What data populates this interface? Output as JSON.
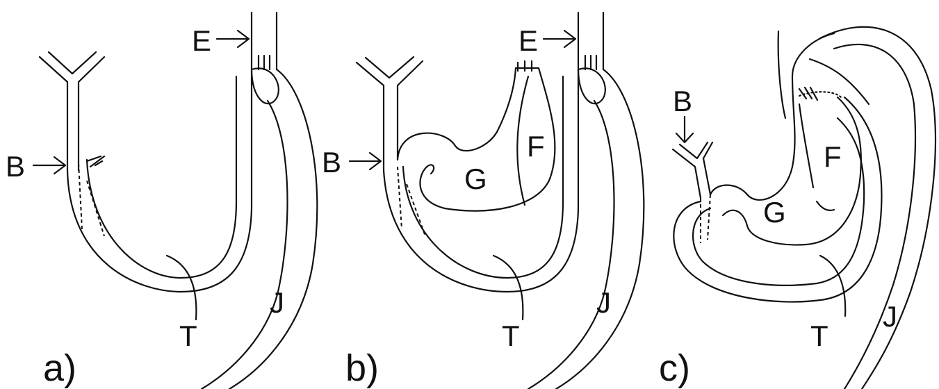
{
  "panels": [
    {
      "caption": "a)",
      "labels": {
        "esophagus": "E",
        "bile_duct": "B",
        "duodenum": "T",
        "jejunum": "J"
      }
    },
    {
      "caption": "b)",
      "labels": {
        "esophagus": "E",
        "bile_duct": "B",
        "fundus": "F",
        "gastric_body": "G",
        "duodenum": "T",
        "jejunum": "J"
      }
    },
    {
      "caption": "c)",
      "labels": {
        "bile_duct": "B",
        "fundus": "F",
        "gastric_body": "G",
        "duodenum": "T",
        "jejunum": "J"
      }
    }
  ]
}
